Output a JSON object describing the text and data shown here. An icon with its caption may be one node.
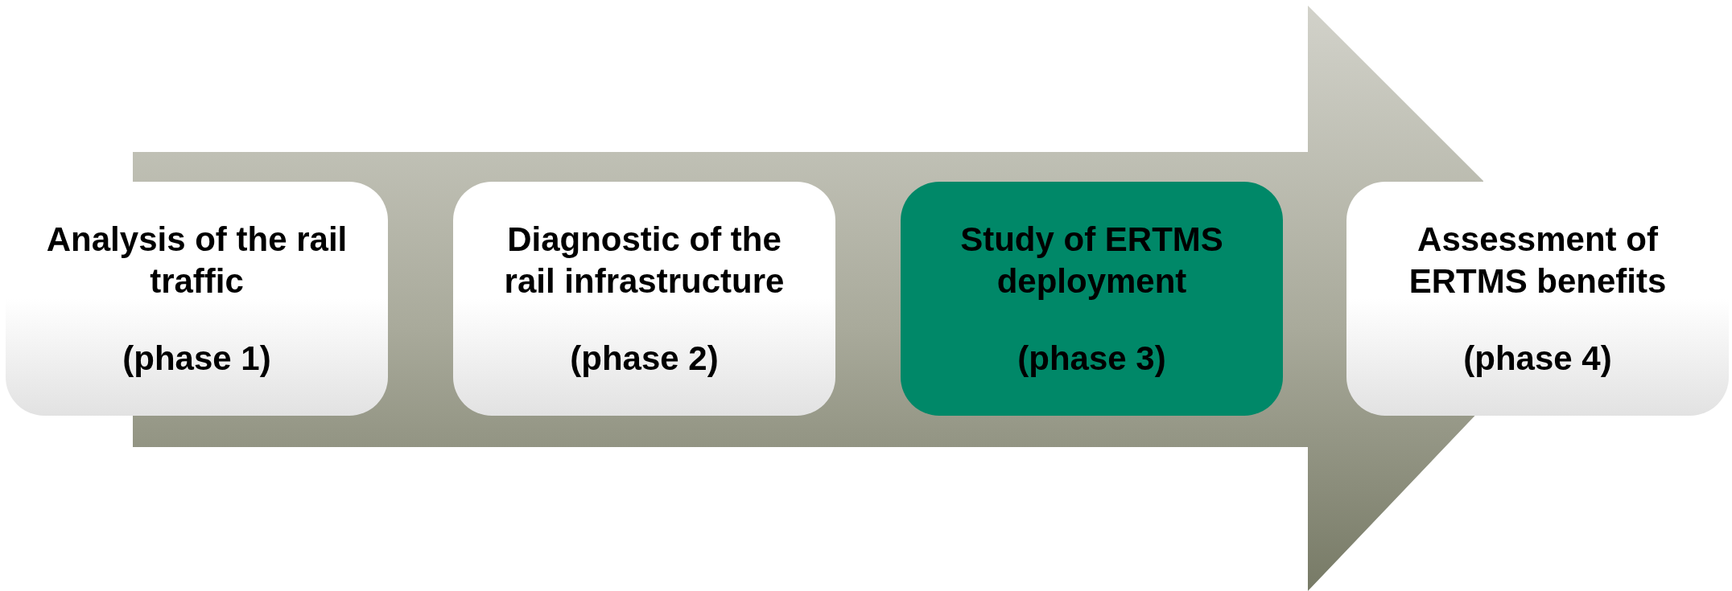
{
  "diagram": {
    "nodes": [
      {
        "text": [
          "Analysis of the rail traffic",
          "(phase 1)"
        ]
      },
      {
        "text": [
          "Diagnostic of the rail infrastructure",
          "(phase 2)"
        ]
      },
      {
        "text": [
          "Study of ERTMS deployment",
          "(phase 3)"
        ]
      },
      {
        "text": [
          "Assessment of ERTMS benefits",
          "(phase 4)"
        ]
      }
    ]
  }
}
